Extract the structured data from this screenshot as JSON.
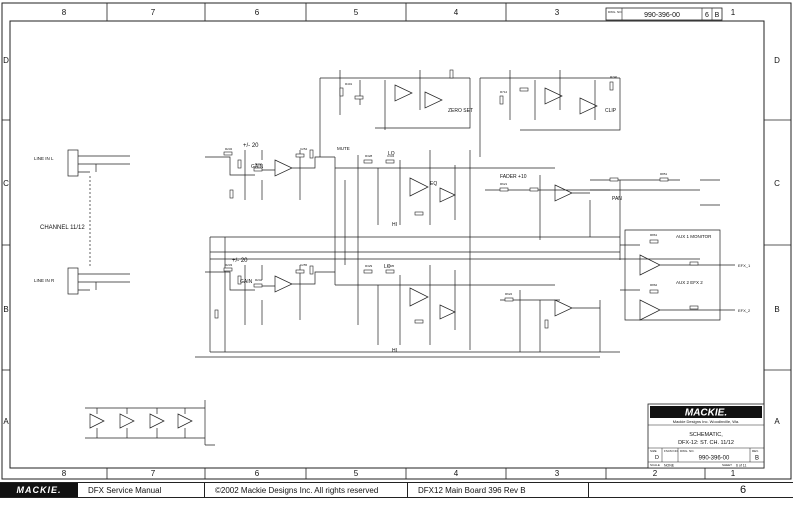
{
  "frame": {
    "columns": [
      "8",
      "7",
      "6",
      "5",
      "4",
      "3",
      "2",
      "1"
    ],
    "rows": [
      "D",
      "C",
      "B",
      "A"
    ]
  },
  "header_box": {
    "dwg_no_label": "DWG. NO.",
    "dwg_no": "990-396-00",
    "sheet": "6",
    "rev": "B"
  },
  "labels": {
    "channel": "CHANNEL 11/12",
    "line_in_l": "LINE IN L",
    "line_in_r": "LINE IN R",
    "gain_top": "GAIN",
    "gain_bottom": "GAIN",
    "pm20_top": "+/- 20",
    "pm20_bottom": "+/- 20",
    "mute": "MUTE",
    "lo_top": "LO",
    "hi_top": "HI",
    "eq": "EQ",
    "lo_bottom": "LO",
    "hi_bottom": "HI",
    "zero_set": "ZERO SET",
    "clip": "CLIP",
    "fader": "FADER +10",
    "pan": "PAN",
    "aux1": "AUX 1 MONITOR",
    "aux2": "AUX 2 EFX 2",
    "net_efx1": "EFX_1",
    "net_efx2": "EFX_2"
  },
  "title_block": {
    "brand": "MACKIE.",
    "company": "Mackie Designs Inc.  Woodinville, Wa.",
    "title1": "SCHEMATIC,",
    "title2": "DFX-12: ST. CH. 11/12",
    "size_label": "SIZE",
    "size": "D",
    "scale_label": "SCALE",
    "scale": "NONE",
    "fscm_label": "FSCM NO.",
    "dwg_label": "DWG. NO.",
    "dwg_no": "990-396-00",
    "rev_label": "REV.",
    "rev": "B",
    "sheet_label": "SHEET",
    "sheet": "6 of 11"
  },
  "footer": {
    "logo": "MACKIE.",
    "manual": "DFX Service Manual",
    "copyright": "©2002 Mackie Designs Inc. All rights reserved",
    "board": "DFX12 Main Board 396 Rev B",
    "page": "6"
  }
}
